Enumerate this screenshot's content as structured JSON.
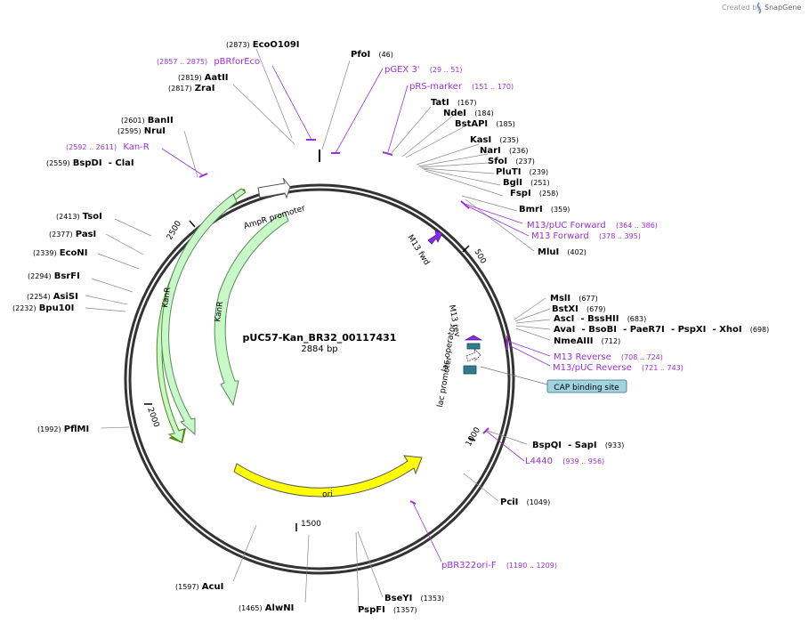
{
  "credit": {
    "prefix": "Created by",
    "brand": "SnapGene"
  },
  "plasmid": {
    "name": "pUC57-Kan_BR32_00117431",
    "size": "2884 bp"
  },
  "colors": {
    "enzyme": "#000000",
    "primer": "#9b30d9",
    "backbone": "#333333",
    "kanr": "#c8f7c8",
    "kanr_stroke": "#5a8a5a",
    "ori": "#ffff00",
    "lac_operator": "#2e7d8c",
    "lac_promoter": "#2e7d8c",
    "m13_rev": "#7b2fbf",
    "cap_box": "#9fd3e0"
  },
  "ticks": [
    "500",
    "1000",
    "1500",
    "2000",
    "2500"
  ],
  "enzymes": [
    {
      "name": "EcoO109I",
      "pos": "(2873)"
    },
    {
      "name": "PfoI",
      "pos": "(46)"
    },
    {
      "name": "AatII",
      "pos": "(2819)"
    },
    {
      "name": "ZraI",
      "pos": "(2817)"
    },
    {
      "name": "TatI",
      "pos": "(167)"
    },
    {
      "name": "NdeI",
      "pos": "(184)"
    },
    {
      "name": "BstAPI",
      "pos": "(185)"
    },
    {
      "name": "BanII",
      "pos": "(2601)"
    },
    {
      "name": "NruI",
      "pos": "(2595)"
    },
    {
      "name": "KasI",
      "pos": "(235)"
    },
    {
      "name": "NarI",
      "pos": "(236)"
    },
    {
      "name": "SfoI",
      "pos": "(237)"
    },
    {
      "name": "PluTI",
      "pos": "(239)"
    },
    {
      "name": "BglI",
      "pos": "(251)"
    },
    {
      "name": "FspI",
      "pos": "(258)"
    },
    {
      "name": "BmrI",
      "pos": "(359)"
    },
    {
      "name": "MluI",
      "pos": "(402)"
    },
    {
      "name": "TsoI",
      "pos": "(2413)"
    },
    {
      "name": "PasI",
      "pos": "(2377)"
    },
    {
      "name": "EcoNI",
      "pos": "(2339)"
    },
    {
      "name": "BsrFI",
      "pos": "(2294)"
    },
    {
      "name": "AsiSI",
      "pos": "(2254)"
    },
    {
      "name": "Bpu10I",
      "pos": "(2232)"
    },
    {
      "name": "MslI",
      "pos": "(677)"
    },
    {
      "name": "BstXI",
      "pos": "(679)"
    },
    {
      "name": "NmeAIII",
      "pos": "(712)"
    },
    {
      "name": "PflMI",
      "pos": "(1992)"
    },
    {
      "name": "PciI",
      "pos": "(1049)"
    },
    {
      "name": "AcuI",
      "pos": "(1597)"
    },
    {
      "name": "AlwNI",
      "pos": "(1465)"
    },
    {
      "name": "BseYI",
      "pos": "(1353)"
    },
    {
      "name": "PspFI",
      "pos": "(1357)"
    }
  ],
  "enzyme_groups": {
    "bspdi": {
      "pos": "(2559)",
      "a": "BspDI",
      "b": "- ClaI"
    },
    "ascI": {
      "a": "AscI",
      "b": "- BssHII",
      "pos": "(683)"
    },
    "avaI": {
      "a": "AvaI",
      "b": "- BsoBI",
      "c": "- PaeR7I",
      "d": "- PspXI",
      "e": "- XhoI",
      "pos": "(698)"
    },
    "bspqi": {
      "a": "BspQI",
      "b": "- SapI",
      "pos": "(933)"
    }
  },
  "primers": [
    {
      "name": "pBRforEco",
      "range": "(2857 .. 2875)"
    },
    {
      "name": "pGEX 3'",
      "range": "(29 .. 51)"
    },
    {
      "name": "pRS-marker",
      "range": "(151 .. 170)"
    },
    {
      "name": "Kan-R",
      "range": "(2592 .. 2611)"
    },
    {
      "name": "M13/pUC Forward",
      "range": "(364 .. 386)"
    },
    {
      "name": "M13 Forward",
      "range": "(378 .. 395)"
    },
    {
      "name": "M13 Reverse",
      "range": "(708 .. 724)"
    },
    {
      "name": "M13/pUC Reverse",
      "range": "(721 .. 743)"
    },
    {
      "name": "L4440",
      "range": "(939 .. 956)"
    },
    {
      "name": "pBR322ori-F",
      "range": "(1190 .. 1209)"
    }
  ],
  "features": {
    "kanr_outer": "KanR",
    "kanr_inner": "KanR",
    "ampr_promoter": "AmpR promoter",
    "ori": "ori",
    "m13_fwd": "M13 fwd",
    "m13_rev": "M13 rev",
    "lac_operator": "lac operator",
    "lac_promoter": "lac promoter",
    "cap_site": "CAP binding site"
  }
}
